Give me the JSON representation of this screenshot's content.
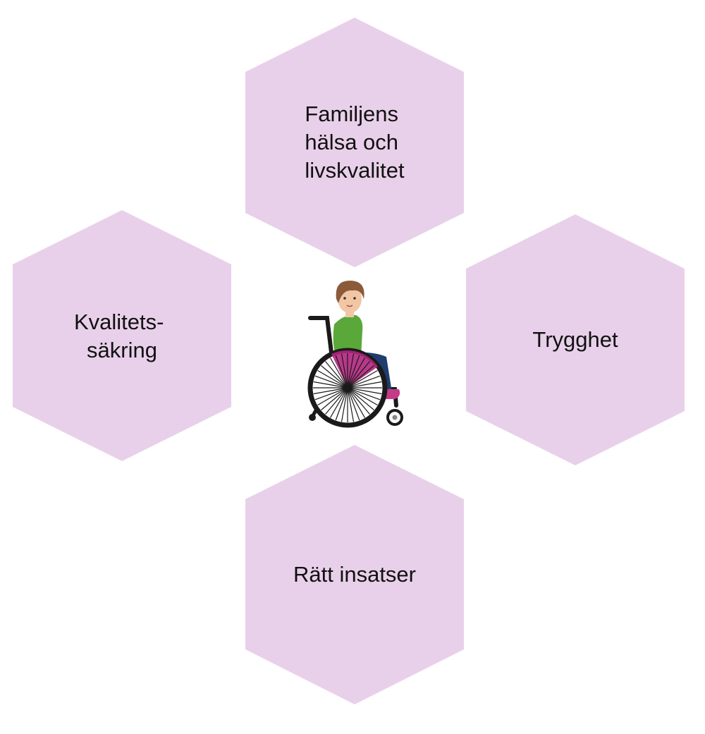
{
  "colors": {
    "hexagon_fill": "#e9d0ea",
    "text": "#111111",
    "shirt": "#5aa83a",
    "pants": "#1f3d6e",
    "hair": "#8a5a3b",
    "skin": "#f2c6a5",
    "wheel_accent": "#b0237c"
  },
  "hexagons": {
    "top": {
      "lines": [
        "Familjens",
        "hälsa och",
        "livskvalitet"
      ]
    },
    "left": {
      "lines": [
        "Kvalitets-",
        "säkring"
      ]
    },
    "right": {
      "lines": [
        "Trygghet"
      ]
    },
    "bottom": {
      "lines": [
        "Rätt insatser"
      ]
    }
  },
  "center_icon": "wheelchair-user-icon"
}
